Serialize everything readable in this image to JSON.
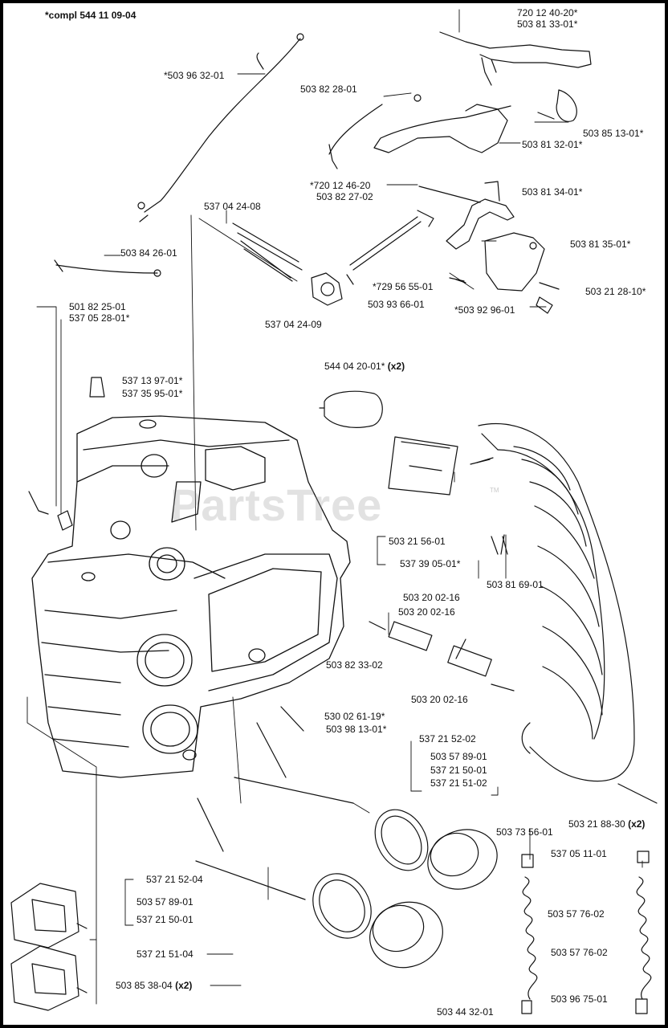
{
  "diagram": {
    "header_label": "*compl 544 11 09-04",
    "watermark": "PartsTree",
    "trademark": "TM",
    "labels": [
      {
        "text": "720 12 40-20*"
      },
      {
        "text": "503 81 33-01*"
      },
      {
        "text": "*503 96 32-01"
      },
      {
        "text": "503 82 28-01"
      },
      {
        "text": "503 85 13-01*"
      },
      {
        "text": "503 81 32-01*"
      },
      {
        "text": "*720 12 46-20"
      },
      {
        "text": "503 82 27-02"
      },
      {
        "text": "503 81 34-01*"
      },
      {
        "text": "537 04 24-08"
      },
      {
        "text": "503 84 26-01"
      },
      {
        "text": "503 81 35-01*"
      },
      {
        "text": "*729 56 55-01"
      },
      {
        "text": "503 21 28-10*"
      },
      {
        "text": "503 93 66-01"
      },
      {
        "text": "501 82 25-01"
      },
      {
        "text": "*503 92 96-01"
      },
      {
        "text": "537 05 28-01*"
      },
      {
        "text": "537 04 24-09"
      },
      {
        "text": "544 04 20-01*",
        "suffix": "(x2)"
      },
      {
        "text": "537 13 97-01*"
      },
      {
        "text": "537 35 95-01*"
      },
      {
        "text": "503 21 56-01"
      },
      {
        "text": "537 39 05-01*"
      },
      {
        "text": "503 81 69-01"
      },
      {
        "text": "503 20 02-16"
      },
      {
        "text": "503 20 02-16"
      },
      {
        "text": "503 82 33-02"
      },
      {
        "text": "503 20 02-16"
      },
      {
        "text": "530 02 61-19*"
      },
      {
        "text": "503 98 13-01*"
      },
      {
        "text": "537 21 52-02"
      },
      {
        "text": "503 57 89-01"
      },
      {
        "text": "537 21 50-01"
      },
      {
        "text": "537 21 51-02"
      },
      {
        "text": "503 21 88-30",
        "suffix": "(x2)"
      },
      {
        "text": "503 73 56-01"
      },
      {
        "text": "537 05 11-01"
      },
      {
        "text": "537 21 52-04"
      },
      {
        "text": "503 57 89-01"
      },
      {
        "text": "537 21 50-01"
      },
      {
        "text": "503 57 76-02"
      },
      {
        "text": "503 57 76-02"
      },
      {
        "text": "537 21 51-04"
      },
      {
        "text": "503 85 38-04",
        "suffix": "(x2)"
      },
      {
        "text": "503 96 75-01"
      },
      {
        "text": "503 44 32-01"
      }
    ]
  }
}
